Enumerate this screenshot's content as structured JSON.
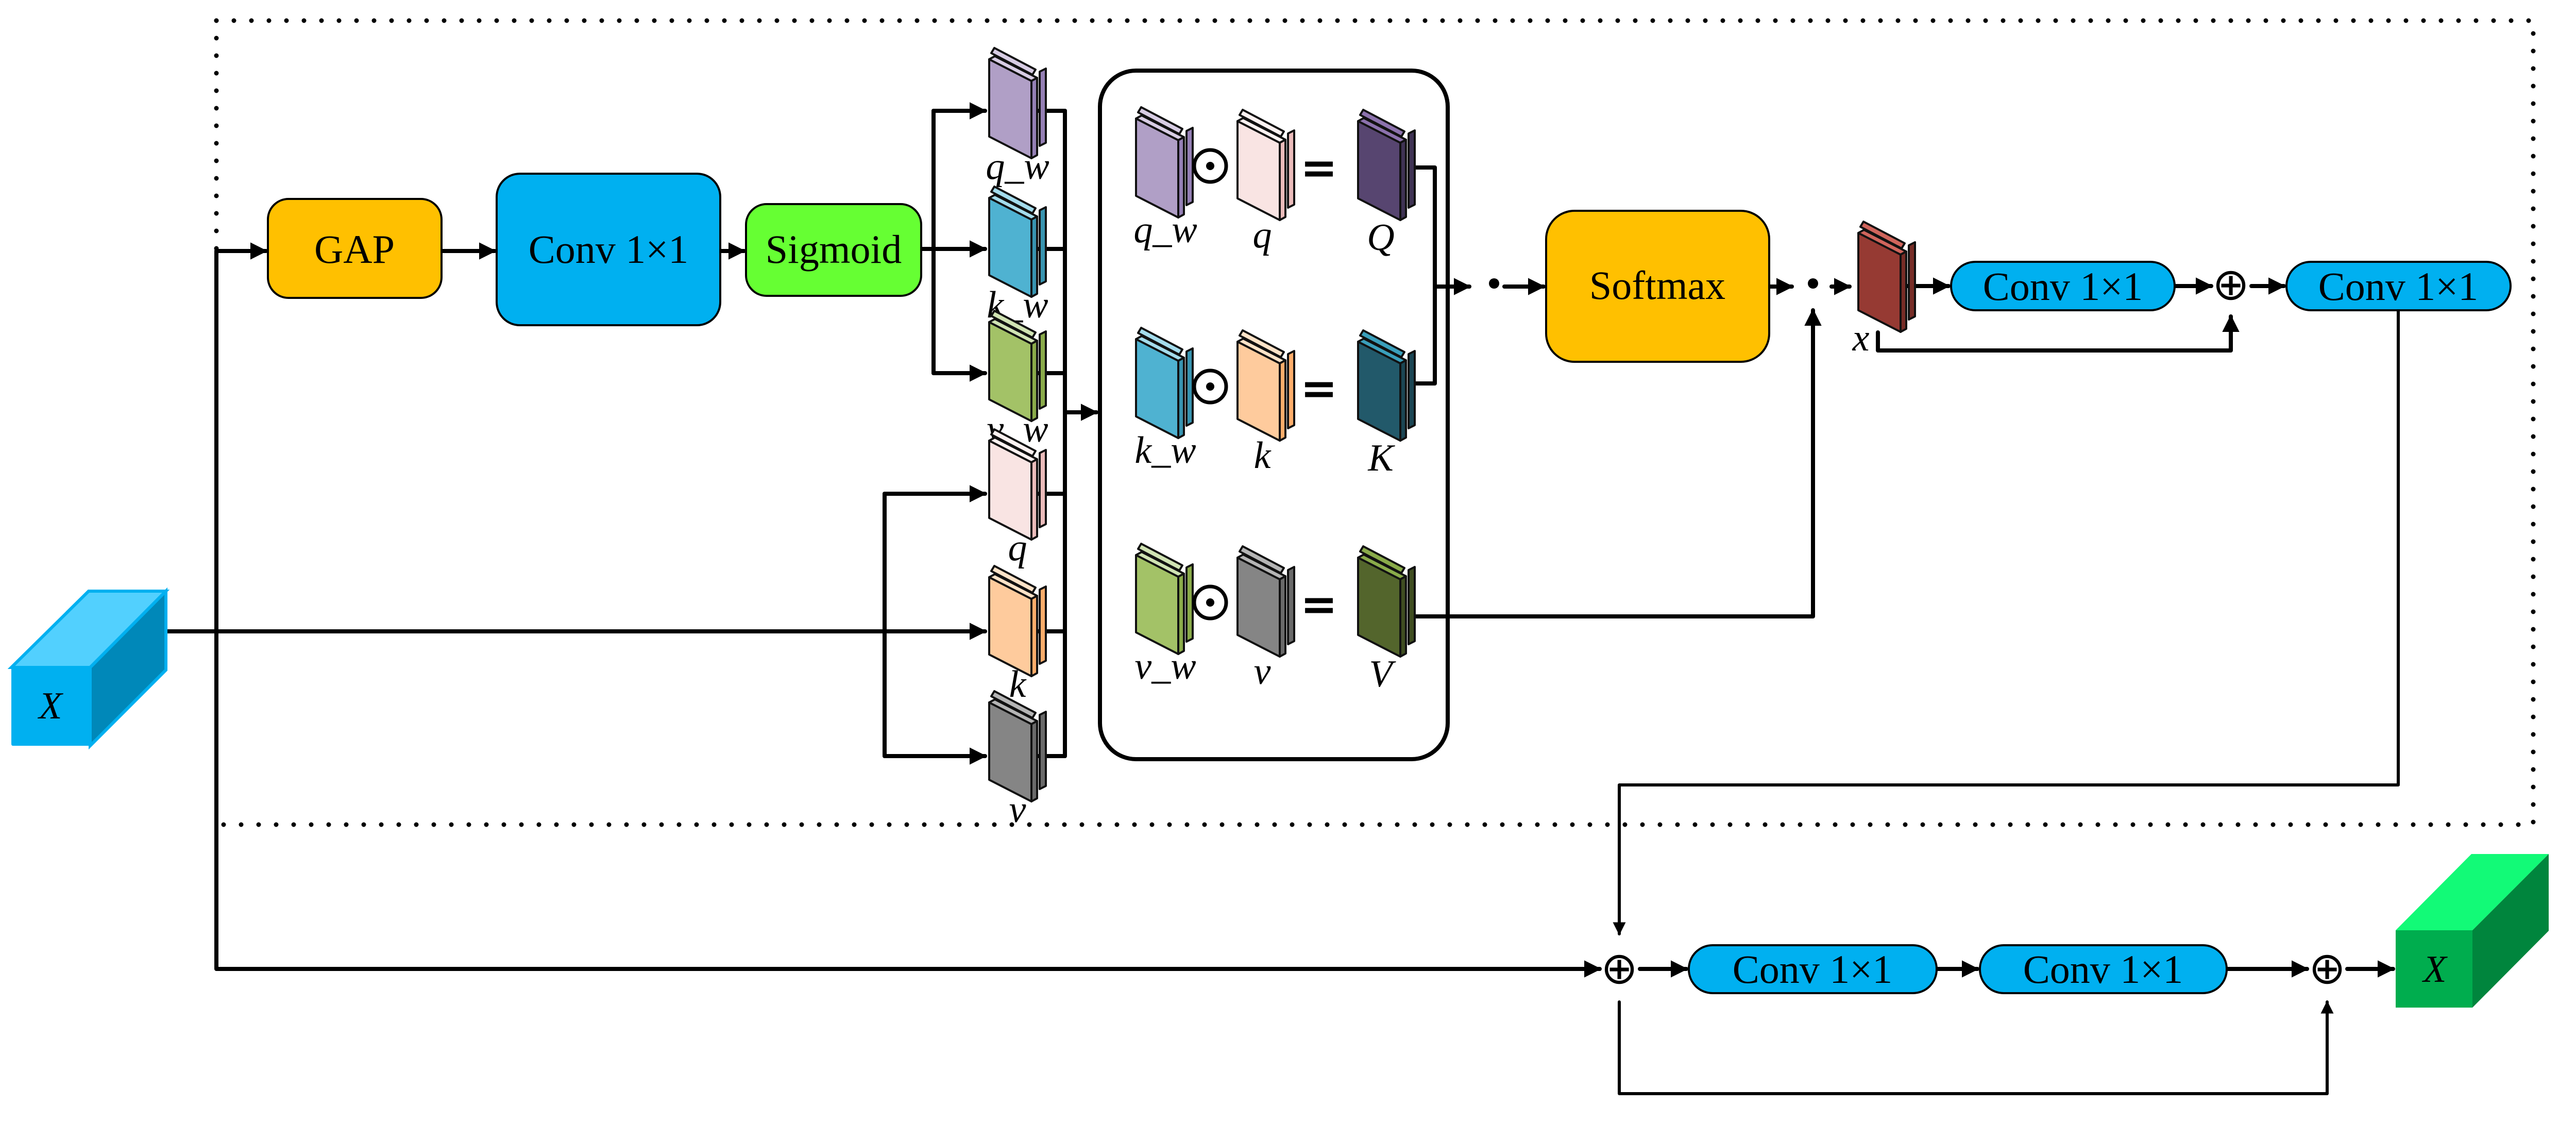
{
  "diagram": {
    "title": "Attention-based feature refinement module",
    "input": {
      "label": "X",
      "colors": {
        "front": "#00b0f0",
        "top": "#52d0fe",
        "side": "#0088b9"
      }
    },
    "output": {
      "label": "X",
      "colors": {
        "front": "#00ad4e",
        "top": "#12fa77",
        "side": "#00853d"
      }
    },
    "top_path": {
      "gap": {
        "label": "GAP",
        "color": "#ffc000"
      },
      "conv": {
        "label": "Conv 1×1",
        "color": "#00b0f0"
      },
      "sigmoid": {
        "label": "Sigmoid",
        "color": "#66ff33"
      }
    },
    "weight_blocks": [
      {
        "id": "q_w",
        "label": "q_w",
        "colors": {
          "front": "#b09fc6",
          "side": "#9580b5",
          "top": "#d8cde4"
        }
      },
      {
        "id": "k_w",
        "label": "k_w",
        "colors": {
          "front": "#4fb2d1",
          "side": "#3894b0",
          "top": "#a4dcec"
        }
      },
      {
        "id": "v_w",
        "label": "v_w",
        "colors": {
          "front": "#a3c267",
          "side": "#8aab4a",
          "top": "#d0e3b3"
        }
      }
    ],
    "feature_blocks": [
      {
        "id": "q",
        "label": "q",
        "colors": {
          "front": "#f9e4e3",
          "side": "#ebbcbb",
          "top": "#fdf2f1"
        }
      },
      {
        "id": "k",
        "label": "k",
        "colors": {
          "front": "#fecb9d",
          "side": "#fdad6b",
          "top": "#fee3c8"
        }
      },
      {
        "id": "v",
        "label": "v",
        "colors": {
          "front": "#858585",
          "side": "#6a6a6a",
          "top": "#b5b5b5"
        }
      }
    ],
    "products": [
      {
        "left": "q_w",
        "right": "q",
        "result": "Q",
        "operator": "⊙",
        "equals": "=",
        "result_colors": {
          "front": "#574570",
          "side": "#3f3354",
          "top": "#8c72ad"
        }
      },
      {
        "left": "k_w",
        "right": "k",
        "result": "K",
        "operator": "⊙",
        "equals": "=",
        "result_colors": {
          "front": "#22596a",
          "side": "#1b4654",
          "top": "#3a9fbb"
        }
      },
      {
        "left": "v_w",
        "right": "v",
        "result": "V",
        "operator": "⊙",
        "equals": "=",
        "result_colors": {
          "front": "#53652c",
          "side": "#3f4d21",
          "top": "#8aab4a"
        }
      }
    ],
    "softmax": {
      "label": "Softmax",
      "color": "#ffc000"
    },
    "dot_operator": "•",
    "attended": {
      "label": "x",
      "colors": {
        "front": "#963a33",
        "side": "#772d27",
        "top": "#d0655c"
      }
    },
    "refine_path": {
      "conv_a": {
        "label": "Conv 1×1",
        "color": "#00b0f0"
      },
      "add": "⊕",
      "conv_b": {
        "label": "Conv 1×1",
        "color": "#00b0f0"
      }
    },
    "output_path": {
      "add_1": "⊕",
      "conv_c": {
        "label": "Conv 1×1",
        "color": "#00b0f0"
      },
      "conv_d": {
        "label": "Conv 1×1",
        "color": "#00b0f0"
      },
      "add_2": "⊕"
    },
    "frame": {
      "style": "dotted",
      "color": "#000000"
    }
  }
}
